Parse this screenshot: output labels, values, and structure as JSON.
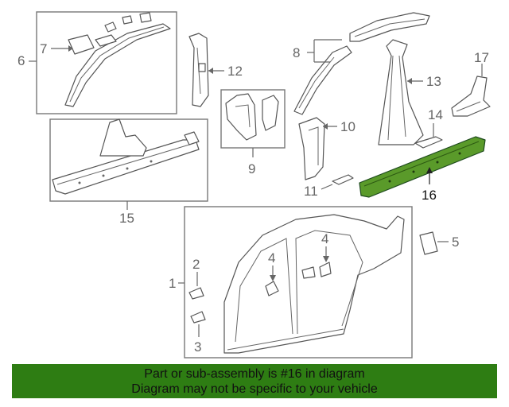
{
  "labels": {
    "c1": "1",
    "c2": "2",
    "c3": "3",
    "c4a": "4",
    "c4b": "4",
    "c5": "5",
    "c6": "6",
    "c7": "7",
    "c8": "8",
    "c9": "9",
    "c10": "10",
    "c11": "11",
    "c12": "12",
    "c13": "13",
    "c14": "14",
    "c15": "15",
    "c16": "16",
    "c17": "17"
  },
  "highlight_color": "#5a9a2a",
  "banner": {
    "line1": "Part or sub-assembly is #16 in diagram",
    "line2": "Diagram may not be specific to your vehicle",
    "color": "#2e7d13"
  }
}
